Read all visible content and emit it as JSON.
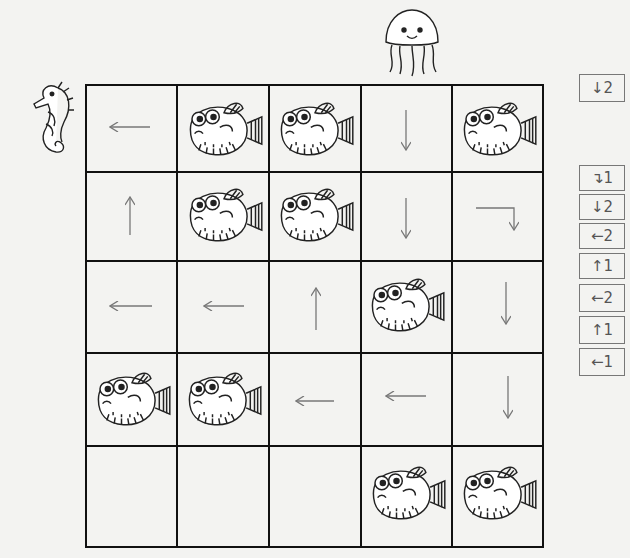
{
  "diagram": {
    "nodes": [
      {
        "text": [
          "↓2"
        ]
      },
      {
        "text": [
          "↴1"
        ]
      },
      {
        "text": [
          "↓2"
        ]
      },
      {
        "text": [
          "←2"
        ]
      },
      {
        "text": [
          "↑1"
        ]
      },
      {
        "text": [
          "←2"
        ]
      },
      {
        "text": [
          "↑1"
        ]
      },
      {
        "text": [
          "←1"
        ]
      }
    ]
  }
}
